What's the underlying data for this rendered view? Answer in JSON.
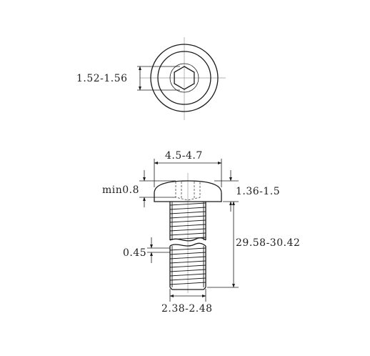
{
  "dimensions": {
    "socket_across_flats": "1.52-1.56",
    "head_diameter": "4.5-4.7",
    "socket_depth": "min0.8",
    "head_height": "1.36-1.5",
    "screw_length": "29.58-30.42",
    "thread_pitch": "0.45",
    "thread_diameter": "2.38-2.48"
  }
}
